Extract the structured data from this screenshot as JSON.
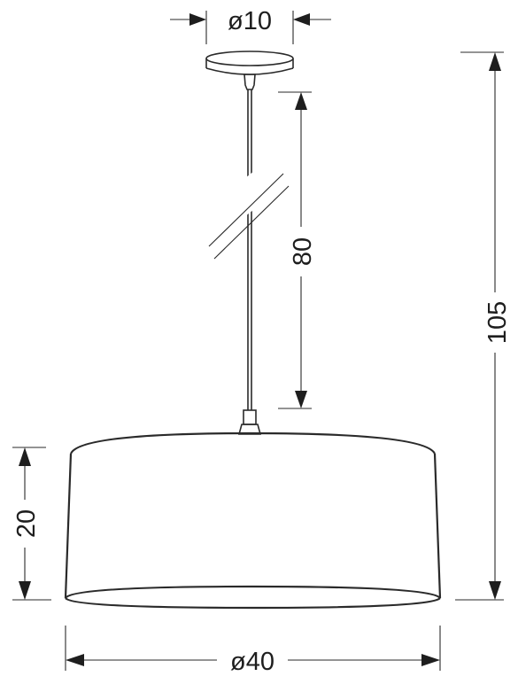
{
  "dimensions": {
    "canopy_diameter": "ø10",
    "cable_length": "80",
    "total_height": "105",
    "shade_height": "20",
    "shade_diameter": "ø40"
  }
}
